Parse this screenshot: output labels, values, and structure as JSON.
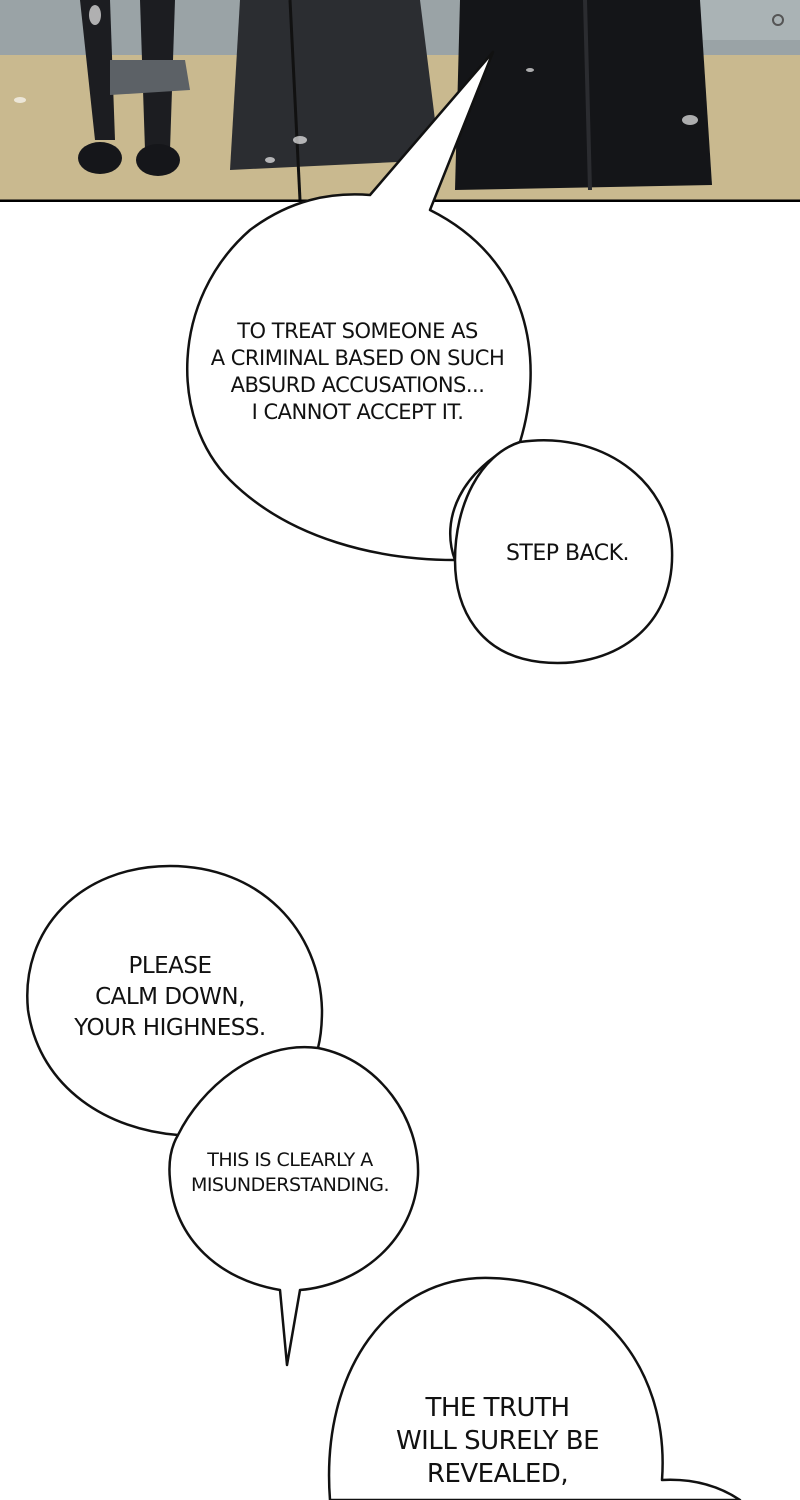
{
  "page": {
    "background": "#ffffff"
  },
  "panel": {
    "colors": {
      "floor": "#c9b98f",
      "wall": "#9aa3a6",
      "dark_robe": "#2b2d31",
      "black_robe": "#141518",
      "border": "#000000"
    }
  },
  "bubbles": [
    {
      "lines": [
        "TO TREAT SOMEONE AS",
        "A CRIMINAL BASED ON SUCH",
        "ABSURD ACCUSATIONS...",
        "I CANNOT ACCEPT IT."
      ]
    },
    {
      "lines": [
        "STEP BACK."
      ]
    },
    {
      "lines": [
        "PLEASE",
        "CALM DOWN,",
        "YOUR HIGHNESS."
      ]
    },
    {
      "lines": [
        "THIS IS CLEARLY A",
        "MISUNDERSTANDING."
      ]
    },
    {
      "lines": [
        "THE TRUTH",
        "WILL SURELY BE",
        "REVEALED,"
      ]
    }
  ]
}
